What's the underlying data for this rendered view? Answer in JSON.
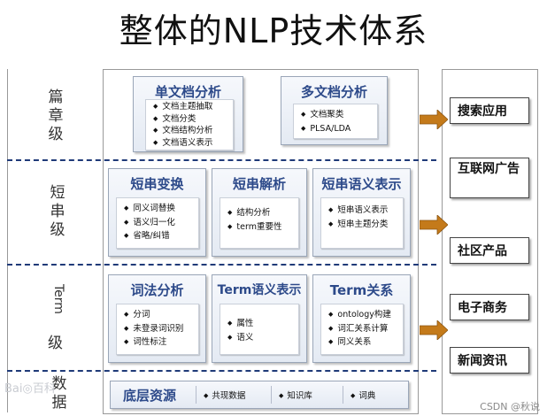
{
  "title": "整体的NLP技术体系",
  "levels": {
    "doc": [
      "篇",
      "章",
      "级"
    ],
    "phrase": [
      "短",
      "串",
      "级"
    ],
    "term_word": "Term",
    "term_char": "级",
    "data": [
      "数",
      "据"
    ]
  },
  "row1": {
    "single": {
      "title": "单文档分析",
      "items": [
        "文档主题抽取",
        "文档分类",
        "文档结构分析",
        "文档语义表示"
      ]
    },
    "multi": {
      "title": "多文档分析",
      "items": [
        "文档聚类",
        "PLSA/LDA"
      ]
    }
  },
  "row2": {
    "transform": {
      "title": "短串变换",
      "items": [
        "同义词替换",
        "语义归一化",
        "省略/纠错"
      ]
    },
    "parse": {
      "title": "短串解析",
      "items": [
        "结构分析",
        "term重要性"
      ]
    },
    "semantic": {
      "title": "短串语义表示",
      "items": [
        "短串语义表示",
        "短串主题分类"
      ]
    }
  },
  "row3": {
    "lexical": {
      "title": "词法分析",
      "items": [
        "分词",
        "未登录词识别",
        "词性标注"
      ]
    },
    "termsem": {
      "title": "Term语义表示",
      "items": [
        "属性",
        "语义"
      ]
    },
    "termrel": {
      "title": "Term关系",
      "items": [
        "ontology构建",
        "词汇关系计算",
        "同义关系"
      ]
    }
  },
  "bottom": {
    "title": "底层资源",
    "items": [
      "共现数据",
      "知识库",
      "词典"
    ]
  },
  "apps": [
    "搜索应用",
    "互联网广告",
    "社区产品",
    "电子商务",
    "新闻资讯"
  ],
  "watermark": "Bai◎百科",
  "credit": "CSDN @秋说",
  "colors": {
    "arrow": "#c47a1a",
    "title": "#2d4a8a",
    "dash": "#1f3a78"
  }
}
